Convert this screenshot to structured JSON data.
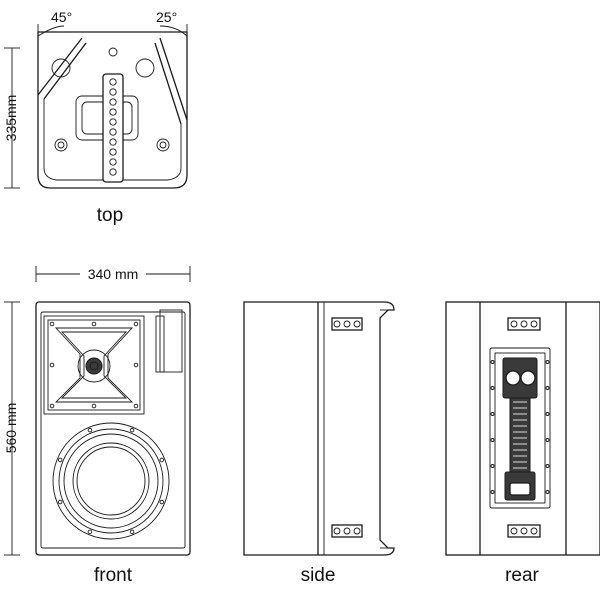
{
  "angles": {
    "left": "45°",
    "right": "25°"
  },
  "dimensions": {
    "top_depth": "335mm",
    "width": "340 mm",
    "height": "560 mm"
  },
  "views": {
    "top": "top",
    "front": "front",
    "side": "side",
    "rear": "rear"
  }
}
